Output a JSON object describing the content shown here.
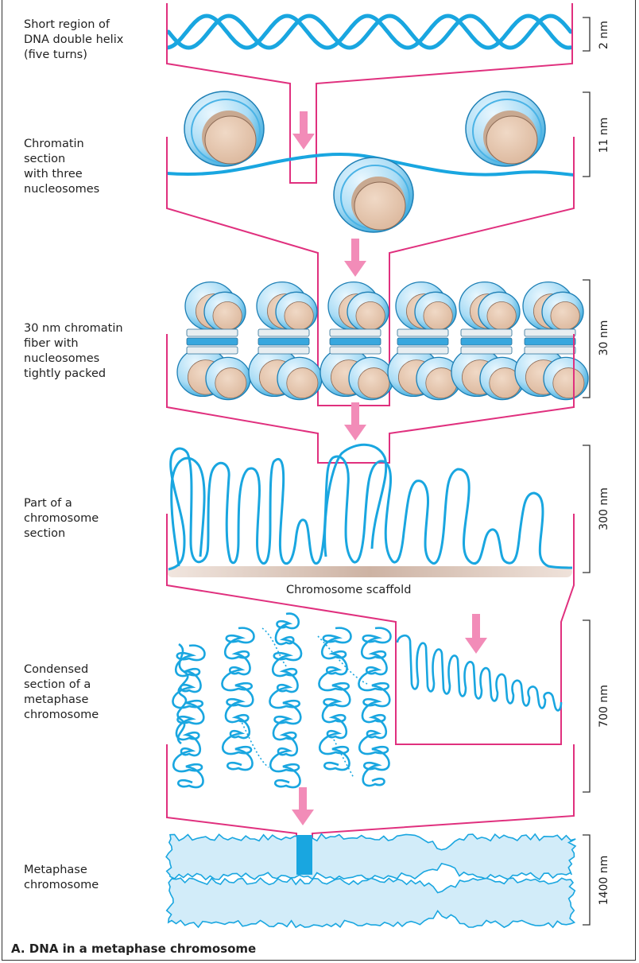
{
  "stages": [
    {
      "label": "Short region of\nDNA double helix\n(five turns)",
      "scale": "2 nm"
    },
    {
      "label": "Chromatin\nsection\nwith three\nnucleosomes",
      "scale": "11 nm"
    },
    {
      "label": "30 nm chromatin\nfiber with\nnucleosomes\ntightly packed",
      "scale": "30 nm"
    },
    {
      "label": "Part of a\nchromosome\nsection",
      "scale": "300 nm"
    },
    {
      "label": "Condensed\nsection of a\nmetaphase\nchromosome",
      "scale": "700 nm"
    },
    {
      "label": "Metaphase\nchromosome",
      "scale": "1400 nm"
    }
  ],
  "scaffold_label": "Chromosome scaffold",
  "caption": "A. DNA in a metaphase chromosome",
  "colors": {
    "dna": "#19a6e0",
    "connector": "#e0307e",
    "arrow": "#f28cb8",
    "histone": "#e6c8b0",
    "nucleosome_shell": "#b9e2f6",
    "chromosome_fill": "#d2ecf9",
    "scaffold": "#d8c4b8"
  }
}
